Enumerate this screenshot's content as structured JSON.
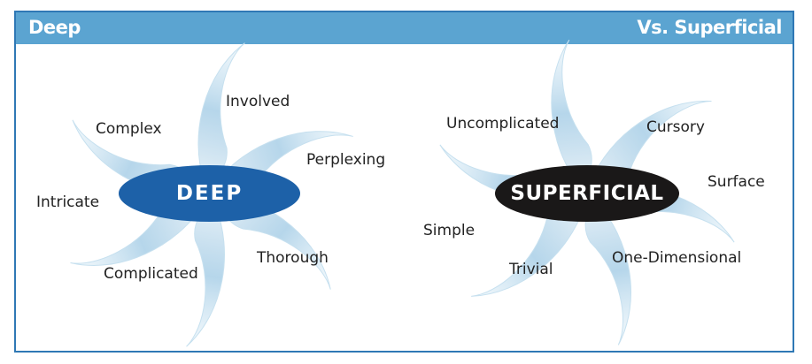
{
  "header": {
    "left_title": "Deep",
    "right_title": "Vs. Superficial"
  },
  "colors": {
    "border": "#2f78b5",
    "header_bg": "#5ba4d1",
    "deep_hub": "#1d61a8",
    "superficial_hub": "#1a1818",
    "swirl": "#bcd8ea"
  },
  "deep": {
    "hub_label": "DEEP",
    "words": [
      "Involved",
      "Complex",
      "Perplexing",
      "Intricate",
      "Thorough",
      "Complicated"
    ]
  },
  "superficial": {
    "hub_label": "SUPERFICIAL",
    "words": [
      "Uncomplicated",
      "Cursory",
      "Surface",
      "Simple",
      "One-Dimensional",
      "Trivial"
    ]
  }
}
